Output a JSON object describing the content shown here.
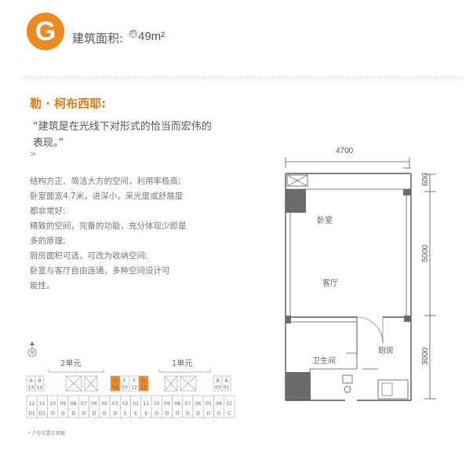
{
  "header": {
    "unit_letter": "G",
    "area_label": "建筑面积:",
    "area_mark": "约",
    "area_value": "49m²"
  },
  "intro": {
    "architect": "勒 · 柯布西耶:",
    "quote": "“建筑是在光线下对形式的恰当而宏伟的表现。”",
    "quote_mark": ">",
    "description_lines": [
      "结构方正、简洁大方的空间，利用率极高;",
      "卧室面宽4.7米，进深小，采光度或舒展度",
      "都非常好;",
      "精致的空间，完备的功能，充分体现少即是",
      "多的原理;",
      "厨房面积可选，可改为收纳空间;",
      "卧室与客厅自由连通，多种空间设计可",
      "能性。"
    ]
  },
  "floor_plan": {
    "dimensions": {
      "top_width": "4700",
      "right_top": "600",
      "right_middle": "5000",
      "right_bottom": "3000"
    },
    "rooms": {
      "bedroom": "卧室",
      "living": "客厅",
      "bathroom": "卫生间",
      "kitchen": "厨房"
    }
  },
  "key_plan": {
    "north_label": "N",
    "wing_left": "2单元",
    "wing_right": "1单元",
    "upper_left": [
      {
        "top": "A",
        "bottom": "13"
      },
      {
        "top": "B",
        "bottom": "14"
      }
    ],
    "upper_center": [
      {
        "top": "G",
        "bottom": "04",
        "highlight": true
      },
      {
        "top": "F",
        "bottom": "03",
        "highlight": false
      },
      {
        "top": "F",
        "bottom": "12",
        "highlight": false
      },
      {
        "top": "G",
        "bottom": "13",
        "highlight": true
      }
    ],
    "upper_right": [
      {
        "top": "B",
        "bottom": "03"
      },
      {
        "top": "A",
        "bottom": "01"
      }
    ],
    "lower_row": [
      {
        "top": "12",
        "bottom": "D1"
      },
      {
        "top": "11",
        "bottom": "D2"
      },
      {
        "top": "10",
        "bottom": "D"
      },
      {
        "top": "09",
        "bottom": "D"
      },
      {
        "top": "08",
        "bottom": "D"
      },
      {
        "top": "07",
        "bottom": "D"
      },
      {
        "top": "06",
        "bottom": "D"
      },
      {
        "top": "05",
        "bottom": "D"
      },
      {
        "top": "03",
        "bottom": "D"
      },
      {
        "top": "02",
        "bottom": "E"
      },
      {
        "top": "01",
        "bottom": "E"
      },
      {
        "top": "11",
        "bottom": "E"
      },
      {
        "top": "10",
        "bottom": "D"
      },
      {
        "top": "09",
        "bottom": "D"
      },
      {
        "top": "08",
        "bottom": "D"
      },
      {
        "top": "07",
        "bottom": "D"
      },
      {
        "top": "06",
        "bottom": "D"
      },
      {
        "top": "05",
        "bottom": "D"
      },
      {
        "top": "04",
        "bottom": "D"
      },
      {
        "top": "02",
        "bottom": "C"
      }
    ],
    "note": "* 户型位置示意图"
  },
  "colors": {
    "accent": "#f08a1c",
    "wall": "#555555",
    "column": "#6b6b6b"
  }
}
